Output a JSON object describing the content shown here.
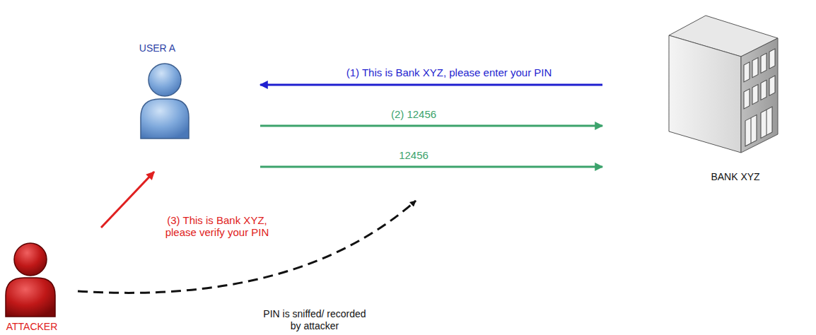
{
  "diagram": {
    "nodes": [
      {
        "text": [
          "USER A"
        ]
      },
      {
        "text": [
          "BANK XYZ"
        ]
      },
      {
        "text": [
          "ATTACKER"
        ]
      }
    ],
    "edges": [
      {
        "from": 1,
        "to": 0,
        "arrow": "to",
        "label": "(1) This is Bank XYZ, please enter your PIN"
      },
      {
        "from": 0,
        "to": 1,
        "arrow": "to",
        "label": "(2) 12456"
      },
      {
        "from": 0,
        "to": 1,
        "arrow": "to",
        "label": "12456"
      },
      {
        "from": 2,
        "to": 0,
        "arrow": "to",
        "label": "(3) This is Bank XYZ, please verify your PIN"
      }
    ],
    "labels": [
      "PIN is sniffed/ recorded by attacker"
    ]
  }
}
